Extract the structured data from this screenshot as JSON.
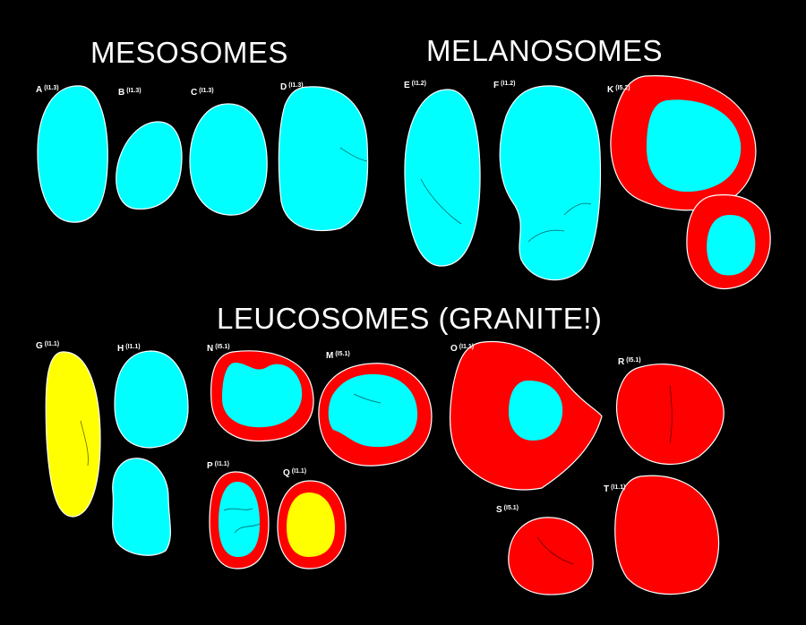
{
  "headings": {
    "mesosomes": "MESOSOMES",
    "melanosomes": "MELANOSOMES",
    "leucosomes": "LEUCOSOMES (GRANITE!)"
  },
  "colors": {
    "background": "#000000",
    "cyan": "#00ffff",
    "red": "#ff0000",
    "yellow": "#ffff00",
    "text": "#ffffff"
  },
  "specimens": [
    {
      "id": "A",
      "code": "(I1.3)"
    },
    {
      "id": "B",
      "code": "(I1.3)"
    },
    {
      "id": "C",
      "code": "(I1.3)"
    },
    {
      "id": "D",
      "code": "(I1.3)"
    },
    {
      "id": "E",
      "code": "(I1.2)"
    },
    {
      "id": "F",
      "code": "(I1.2)"
    },
    {
      "id": "K",
      "code": "(I5.2)"
    },
    {
      "id": "G",
      "code": "(I1.1)"
    },
    {
      "id": "H",
      "code": "(I1.1)"
    },
    {
      "id": "N",
      "code": "(I5.1)"
    },
    {
      "id": "M",
      "code": "(I5.1)"
    },
    {
      "id": "O",
      "code": "(I1.1)"
    },
    {
      "id": "R",
      "code": "(I5.1)"
    },
    {
      "id": "P",
      "code": "(I1.1)"
    },
    {
      "id": "Q",
      "code": "(I1.1)"
    },
    {
      "id": "S",
      "code": "(I5.1)"
    },
    {
      "id": "T",
      "code": "(I1.1)"
    }
  ]
}
